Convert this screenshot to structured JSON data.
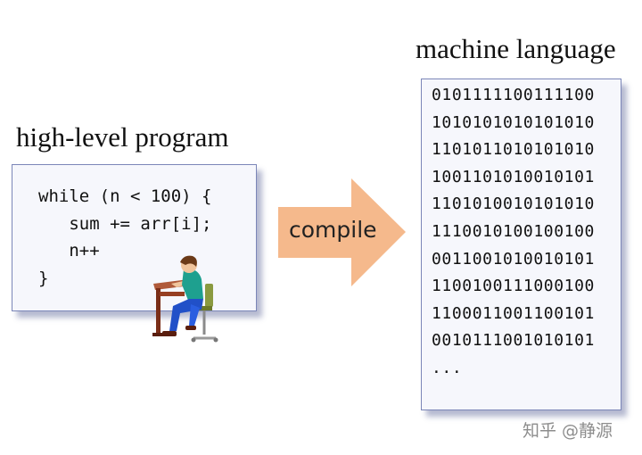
{
  "high_level": {
    "title": "high-level program",
    "code_lines": [
      "while (n < 100) {",
      "   sum += arr[i];",
      "   n++",
      "}"
    ]
  },
  "arrow": {
    "label": "compile",
    "color": "#f5b98c"
  },
  "machine": {
    "title": "machine language",
    "lines": [
      "0101111100111100",
      "1010101010101010",
      "1101011010101010",
      "1001101010010101",
      "1101010010101010",
      "1110010100100100",
      "0011001010010101",
      "1100100111000100",
      "1100011001100101",
      "0010111001010101",
      "..."
    ]
  },
  "watermark": "知乎 @静源",
  "icons": {
    "person": "programmer-at-desk-icon"
  }
}
